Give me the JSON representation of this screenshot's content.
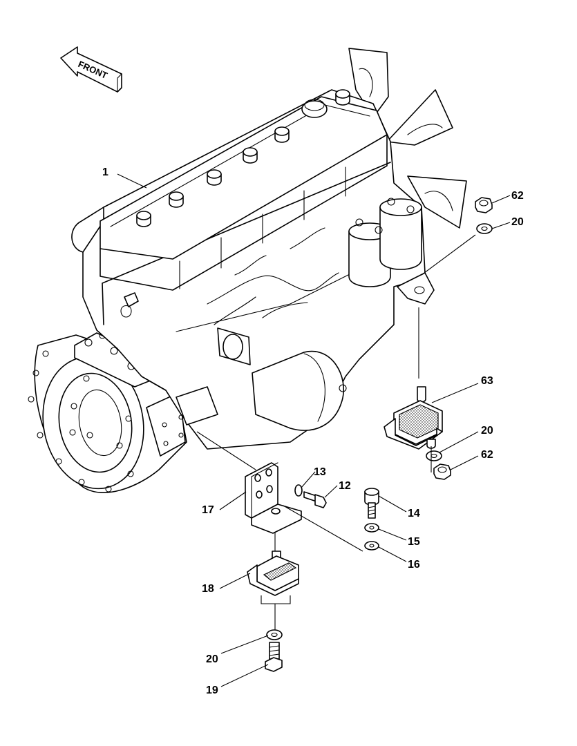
{
  "orientation_label": "FRONT",
  "callouts": [
    {
      "id": "c1",
      "text": "1"
    },
    {
      "id": "c62a",
      "text": "62"
    },
    {
      "id": "c20a",
      "text": "20"
    },
    {
      "id": "c63",
      "text": "63"
    },
    {
      "id": "c20b",
      "text": "20"
    },
    {
      "id": "c62b",
      "text": "62"
    },
    {
      "id": "c13",
      "text": "13"
    },
    {
      "id": "c12",
      "text": "12"
    },
    {
      "id": "c17",
      "text": "17"
    },
    {
      "id": "c14",
      "text": "14"
    },
    {
      "id": "c15",
      "text": "15"
    },
    {
      "id": "c16",
      "text": "16"
    },
    {
      "id": "c18",
      "text": "18"
    },
    {
      "id": "c20c",
      "text": "20"
    },
    {
      "id": "c19",
      "text": "19"
    }
  ]
}
